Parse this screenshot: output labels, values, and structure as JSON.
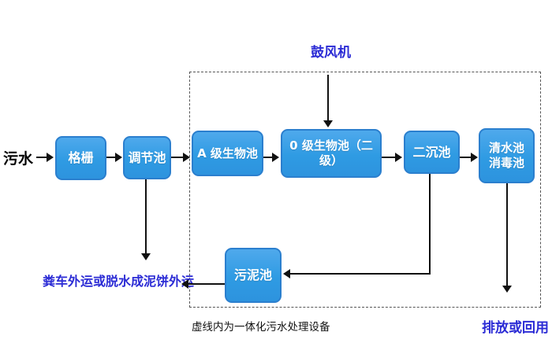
{
  "diagram": {
    "influent_label": "污水",
    "blower_label": "鼓风机",
    "nodes": {
      "grille": "格栅",
      "regulating_tank": "调节池",
      "a_bio_tank": "A 级生物池",
      "o_bio_tank": "0 级生物池（二级）",
      "secondary_sedimentation_tank": "二沉池",
      "clear_water_tank_line1": "清水池",
      "clear_water_tank_line2": "消毒池",
      "sludge_tank": "污泥池"
    },
    "annotations": {
      "sludge_disposal": "粪车外运或脱水成泥饼外运",
      "dashed_region_caption": "虚线内为一体化污水处理设备",
      "effluent": "排放或回用"
    },
    "colors": {
      "node_fill": "#2F9BE3",
      "node_border": "#2B7FCE",
      "node_text": "#FFFFFF",
      "highlight_text": "#2B2BD5",
      "body_text": "#000000",
      "arrow": "#111111",
      "dashed_border": "#555555",
      "background": "#FFFFFF"
    }
  }
}
